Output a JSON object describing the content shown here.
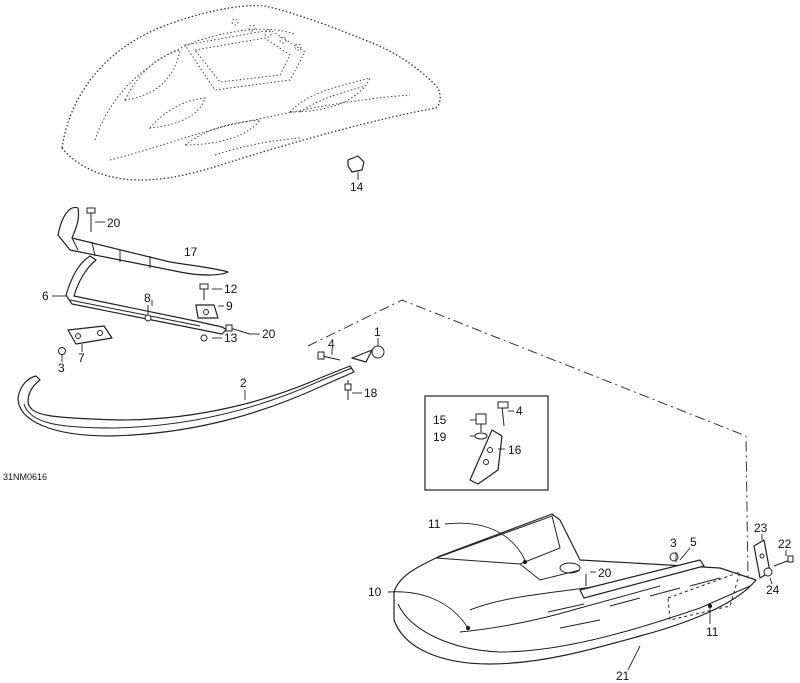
{
  "diagram": {
    "code": "31NM0616",
    "callouts": {
      "c14": "14",
      "c20a": "20",
      "c17": "17",
      "c6": "6",
      "c12": "12",
      "c8": "8",
      "c9": "9",
      "c20b": "20",
      "c13": "13",
      "c7": "7",
      "c3a": "3",
      "c1": "1",
      "c4a": "4",
      "c2": "2",
      "c18": "18",
      "c15": "15",
      "c4b": "4",
      "c19": "19",
      "c16": "16",
      "c11a": "11",
      "c3b": "3",
      "c5": "5",
      "c23": "23",
      "c22": "22",
      "c20c": "20",
      "c24": "24",
      "c10": "10",
      "c11b": "11",
      "c21": "21"
    }
  }
}
